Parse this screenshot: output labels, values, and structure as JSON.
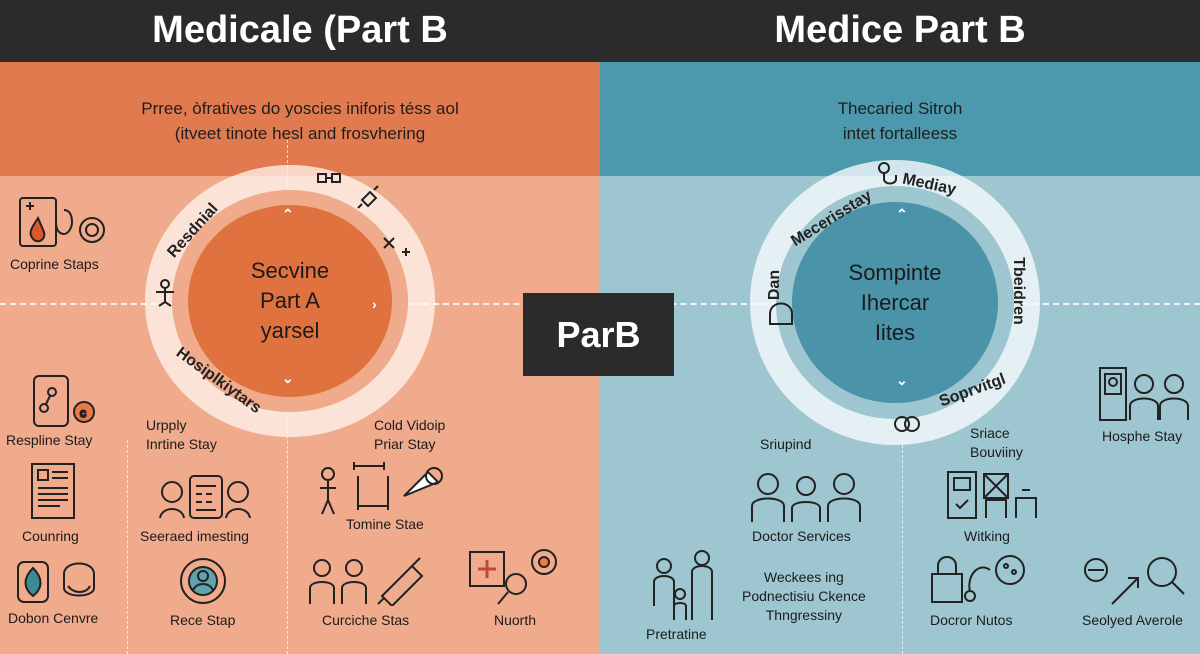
{
  "left": {
    "title": "Medicale (Part B",
    "subtitle_line1": "Prree, òfratives do yoscies iniforis téss aol",
    "subtitle_line2": "(itveet tinote hesl and frosvhering",
    "center_lines": [
      "Secvine",
      "Part A",
      "yarsel"
    ],
    "ring_labels": [
      "Resdnial",
      "Hosiplkiytars"
    ],
    "items": [
      {
        "label": "Coprine Staps",
        "icon": "blood-drop-icon"
      },
      {
        "label": "Respline Stay",
        "icon": "clipboard-icon"
      },
      {
        "label": "Counring",
        "icon": "document-icon"
      },
      {
        "label": "Dobon Cenvre",
        "icon": "leaf-portrait-icon"
      },
      {
        "label": "Urpply\nInrtine Stay",
        "icon": ""
      },
      {
        "label": "Seeraed imesting",
        "icon": "calculator-people-icon"
      },
      {
        "label": "Rece Stap",
        "icon": "person-circle-icon"
      },
      {
        "label": "Cold Vidoip\nPriar Stay",
        "icon": ""
      },
      {
        "label": "Tomine Stae",
        "icon": "hospital-bed-icon"
      },
      {
        "label": "Curciche Stas",
        "icon": "doctors-syringe-icon"
      },
      {
        "label": "Nuorth",
        "icon": "first-aid-magnifier-icon"
      }
    ]
  },
  "right": {
    "title": "Medice Part B",
    "subtitle_line1": "Thecaried Sitroh",
    "subtitle_line2": "intet fortalleess",
    "center_lines": [
      "Sompinte",
      "Ihercar",
      "Iites"
    ],
    "ring_labels": [
      "Mediay",
      "Mecerisstay",
      "Dan",
      "Tbeidren",
      "Soprvitgl"
    ],
    "items": [
      {
        "label": "Sriupind",
        "icon": ""
      },
      {
        "label": "Doctor Services",
        "icon": "medical-team-icon"
      },
      {
        "label": "Sriace\nBouviiny",
        "icon": ""
      },
      {
        "label": "Witking",
        "icon": "checklist-icon"
      },
      {
        "label": "Hosphe Stay",
        "icon": "family-portrait-icon"
      },
      {
        "label": "Weckees ing\nPodnectisiu Ckence\nThngressiny",
        "icon": ""
      },
      {
        "label": "Pretratine",
        "icon": "doctor-family-icon"
      },
      {
        "label": "Docror Nutos",
        "icon": "lock-stethoscope-icon"
      },
      {
        "label": "Seolyed Averole",
        "icon": "arrow-magnifier-icon"
      }
    ]
  },
  "badge": "ParB",
  "colors": {
    "title_bar": "#2b2b2b",
    "left_band": "#e17a4f",
    "left_bg": "#f0ab8c",
    "left_core": "#e0723f",
    "right_band": "#4c98ad",
    "right_bg": "#9ec6d0",
    "right_core": "#4a93a8"
  }
}
